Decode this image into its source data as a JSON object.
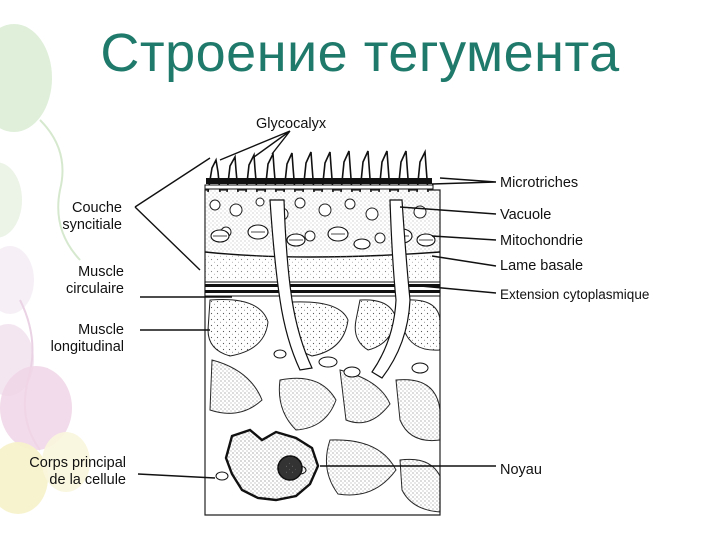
{
  "slide": {
    "title": "Строение тегумента"
  },
  "diagram": {
    "labels": {
      "glycocalyx": "Glycocalyx",
      "couche_1": "Couche",
      "couche_2": "syncitiale",
      "muscle_circ_1": "Muscle",
      "muscle_circ_2": "circulaire",
      "muscle_long_1": "Muscle",
      "muscle_long_2": "longitudinal",
      "corps_1": "Corps principal",
      "corps_2": "de la cellule",
      "microtriches": "Microtriches",
      "vacuole": "Vacuole",
      "mitochondrie": "Mitochondrie",
      "lame_basale": "Lame basale",
      "extension": "Extension cytoplasmique",
      "noyau": "Noyau"
    }
  },
  "colors": {
    "title": "#1f7a6b",
    "balloons": [
      "#cfe6c6",
      "#f2d6e6",
      "#e6e9f7",
      "#f8f3c9",
      "#f1f1f1"
    ]
  }
}
